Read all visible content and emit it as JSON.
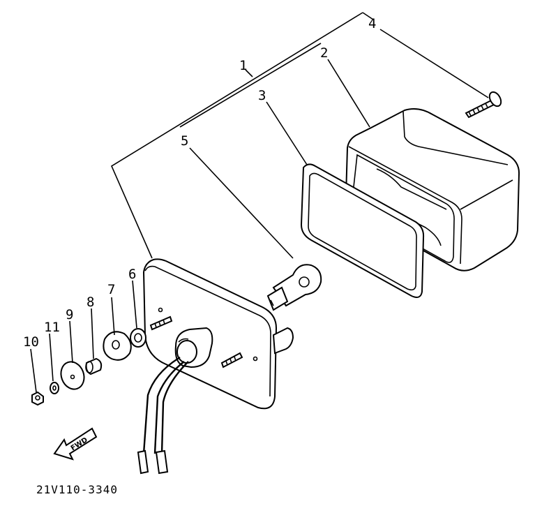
{
  "callouts": {
    "c1": "1",
    "c2": "2",
    "c3": "3",
    "c4": "4",
    "c5": "5",
    "c6": "6",
    "c7": "7",
    "c8": "8",
    "c9": "9",
    "c10": "10",
    "c11": "11"
  },
  "direction_arrow": {
    "label": "FWD"
  },
  "diagram_code": "21V110-3340"
}
